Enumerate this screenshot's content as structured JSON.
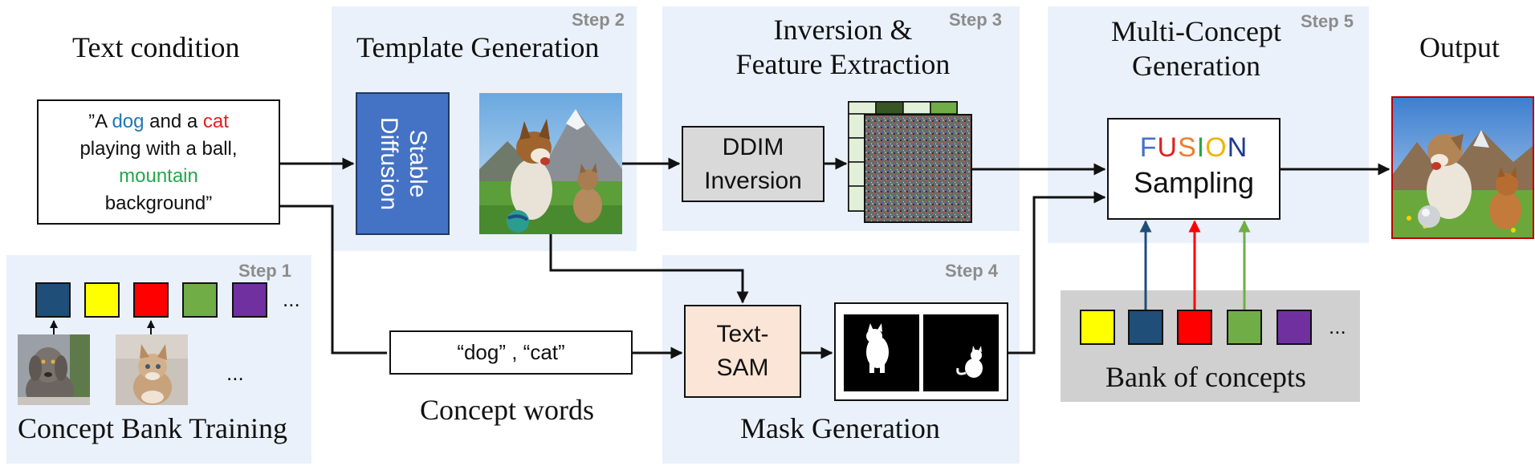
{
  "colors": {
    "panel_bg": "#eaf1fa",
    "step_label": "#8c8c8c",
    "stable_diffusion_bg": "#4472c4",
    "ddim_bg": "#d9d9d9",
    "textsam_bg": "#fbe5d6",
    "bank_bg": "#d0d0d0",
    "dog_word": "#1f77b4",
    "cat_word": "#e02020",
    "mountain_word": "#22a84a",
    "concept_navy": "#1f4e79",
    "concept_yellow": "#ffff00",
    "concept_red": "#ff0000",
    "concept_green": "#70ad47",
    "concept_purple": "#7030a0",
    "output_border": "#c00000"
  },
  "labels": {
    "text_condition": "Text condition",
    "template_generation": "Template Generation",
    "inversion_line1": "Inversion &",
    "inversion_line2": "Feature Extraction",
    "multi_line1": "Multi-Concept",
    "multi_line2": "Generation",
    "output": "Output",
    "concept_words": "Concept words",
    "mask_generation": "Mask Generation",
    "concept_bank_training": "Concept Bank Training",
    "bank_of_concepts": "Bank of concepts"
  },
  "steps": {
    "step1": "Step 1",
    "step2": "Step 2",
    "step3": "Step 3",
    "step4": "Step 4",
    "step5": "Step 5"
  },
  "prompt": {
    "open_quote": "”",
    "a": "A",
    "dog": "dog",
    "and_a": "and a",
    "cat": "cat",
    "line2": "playing with a ball,",
    "mountain": "mountain",
    "line4": "background”"
  },
  "boxes": {
    "stable_line1": "Stable",
    "stable_line2": "Diffusion",
    "ddim_line1": "DDIM",
    "ddim_line2": "Inversion",
    "textsam_line1": "Text-",
    "textsam_line2": "SAM",
    "concept_words_box": "“dog” , “cat”",
    "fusion_letters": [
      "F",
      "U",
      "S",
      "I",
      "O",
      "N"
    ],
    "fusion_colors": [
      "#4472c4",
      "#e02020",
      "#ed7d31",
      "#22a84a",
      "#f0b400",
      "#1f3a93"
    ],
    "sampling": "Sampling"
  },
  "ellipsis": "..."
}
